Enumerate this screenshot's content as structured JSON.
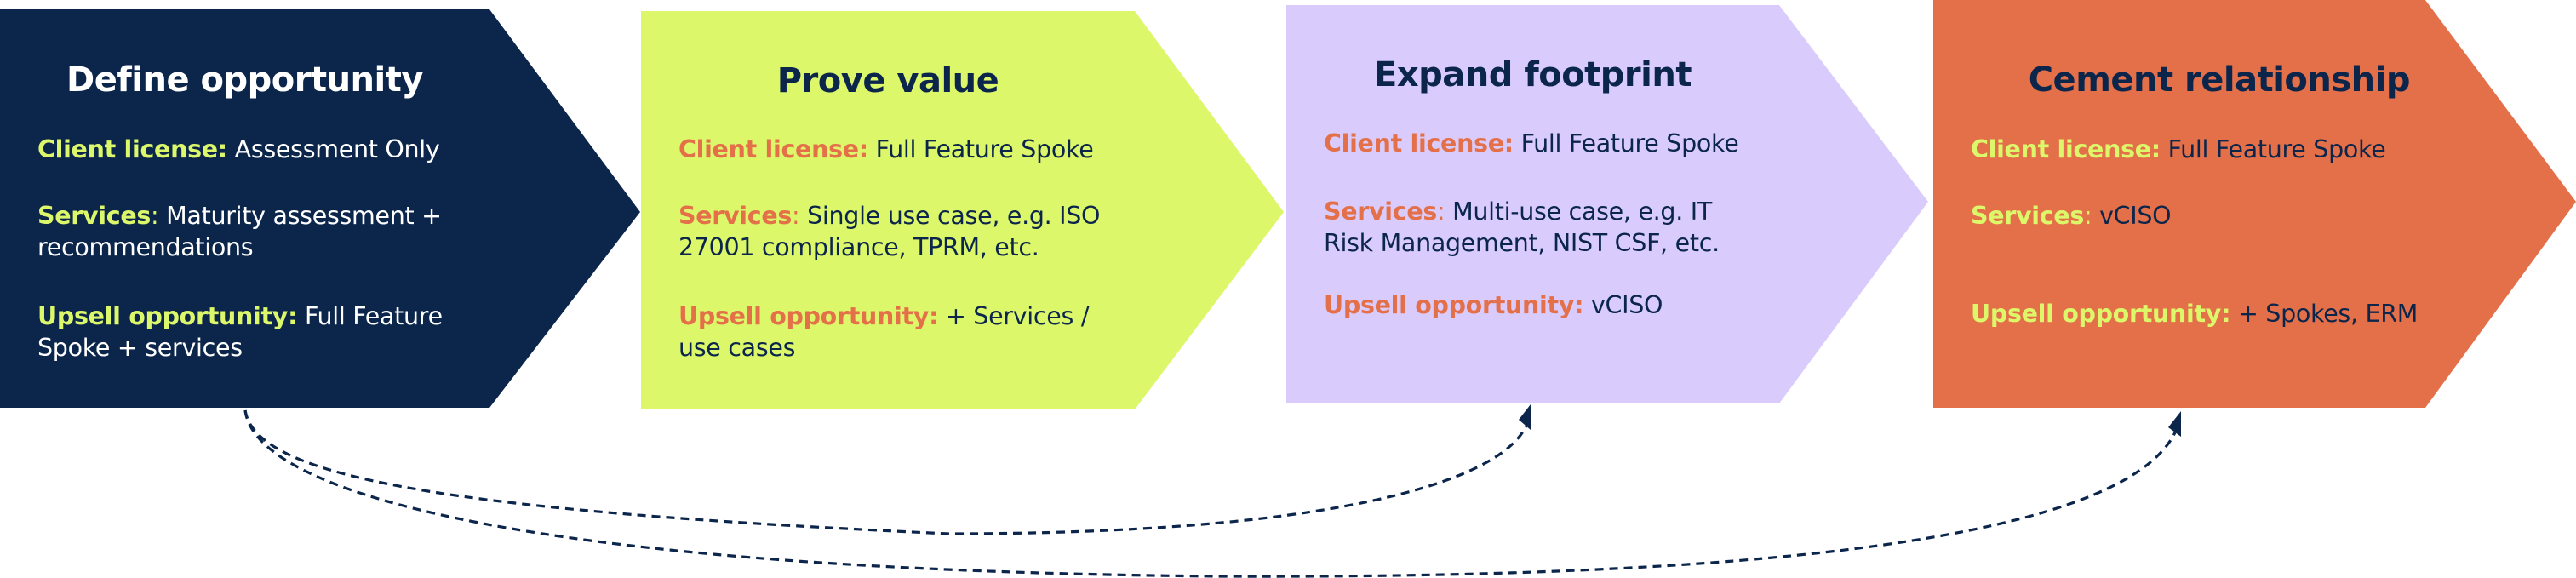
{
  "colors": {
    "navy": "#0B254B",
    "lime": "#DCF76A",
    "lavender": "#D9CCFC",
    "orange": "#E4704A",
    "white": "#FFFFFF"
  },
  "stages": [
    {
      "title": "Define opportunity",
      "fill": "#0B254B",
      "title_color": "#FFFFFF",
      "label_color": "#DCF76A",
      "text_color": "#FFFFFF",
      "client_license": {
        "label": "Client license:",
        "value": " Assessment Only"
      },
      "services": {
        "label": "Services",
        "colon": ":",
        "value": " Maturity assessment + recommendations"
      },
      "upsell": {
        "label": "Upsell opportunity:",
        "value": " Full Feature Spoke + services"
      }
    },
    {
      "title": "Prove value",
      "fill": "#DCF76A",
      "title_color": "#0B254B",
      "label_color": "#E4704A",
      "text_color": "#0B254B",
      "client_license": {
        "label": "Client license:",
        "value": " Full Feature Spoke"
      },
      "services": {
        "label": "Services",
        "colon": ":",
        "value": " Single use case, e.g. ISO 27001 compliance, TPRM, etc."
      },
      "upsell": {
        "label": "Upsell opportunity:",
        "value": " + Services / use cases"
      }
    },
    {
      "title": "Expand footprint",
      "fill": "#D9CCFC",
      "title_color": "#0B254B",
      "label_color": "#E4704A",
      "text_color": "#0B254B",
      "client_license": {
        "label": "Client license:",
        "value": " Full Feature Spoke"
      },
      "services": {
        "label": "Services",
        "colon": ":",
        "value": " Multi-use case, e.g. IT Risk Management, NIST CSF, etc."
      },
      "upsell": {
        "label": "Upsell opportunity:",
        "value": " vCISO"
      }
    },
    {
      "title": "Cement relationship",
      "fill": "#E4704A",
      "title_color": "#0B254B",
      "label_color": "#DCF76A",
      "text_color": "#0B254B",
      "client_license": {
        "label": "Client license:",
        "value": " Full Feature Spoke"
      },
      "services": {
        "label": "Services",
        "colon": ":",
        "value": " vCISO"
      },
      "upsell": {
        "label": "Upsell opportunity:",
        "value": " + Spokes, ERM"
      }
    }
  ],
  "connectors": [
    {
      "from": "Define opportunity",
      "to": "Expand footprint",
      "style": "dashed",
      "arrow": "triangle",
      "color": "#0B254B"
    },
    {
      "from": "Define opportunity",
      "to": "Cement relationship",
      "style": "dashed",
      "arrow": "triangle",
      "color": "#0B254B"
    }
  ]
}
